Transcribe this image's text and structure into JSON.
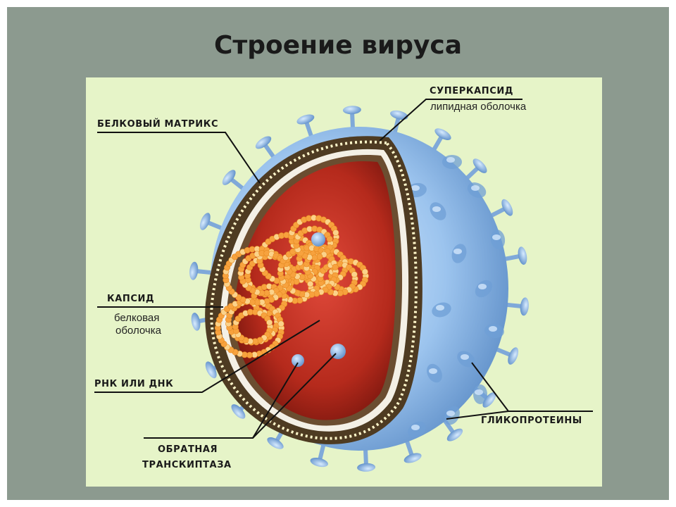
{
  "title": "Строение вируса",
  "labels": {
    "matrix": "БЕЛКОВЫЙ МАТРИКС",
    "supercapsid": "СУПЕРКАПСИД",
    "supercapsid_sub": "липидная оболочка",
    "capsid": "КАПСИД",
    "capsid_sub_1": "белковая",
    "capsid_sub_2": "оболочка",
    "rna": "РНК ИЛИ ДНК",
    "glyco": "ГЛИКОПРОТЕИНЫ",
    "rt_1": "ОБРАТНАЯ",
    "rt_2": "ТРАНСКИПТАЗА"
  },
  "colors": {
    "slide_bg": "#8c9a8f",
    "panel_bg": "#e6f4c8",
    "envelope_blue": "#8fb9e6",
    "core_red": "#b52a1c",
    "genome_orange": "#f8a640",
    "shell_brown": "#4e3b22"
  }
}
